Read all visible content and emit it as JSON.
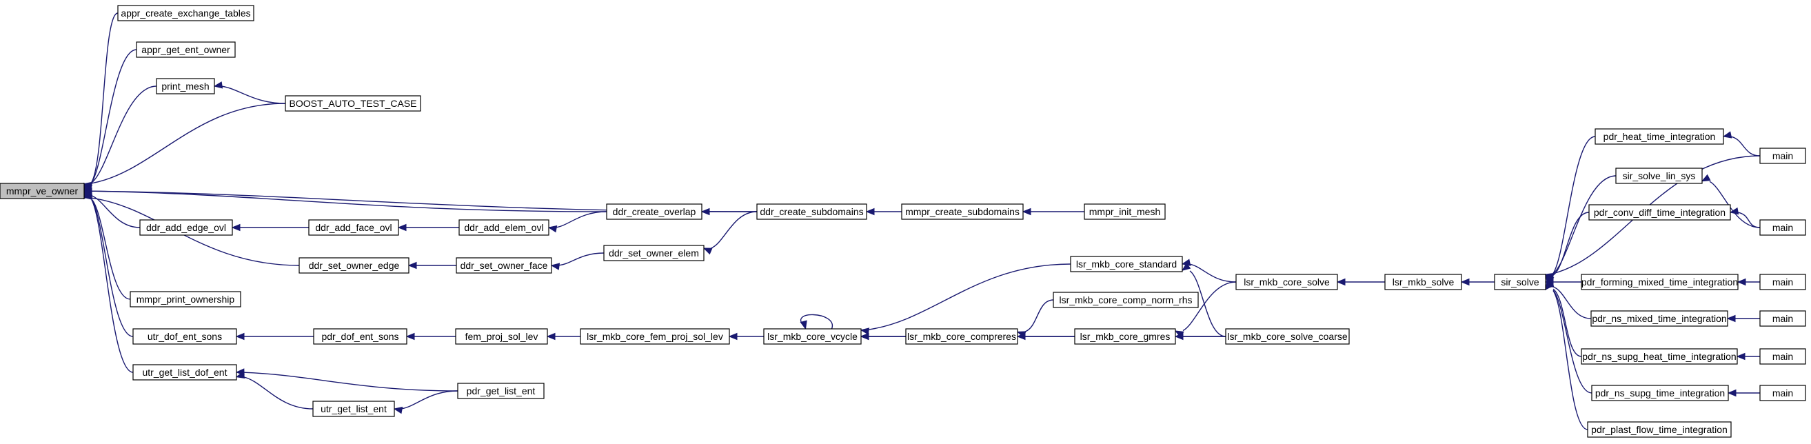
{
  "graph": {
    "colors": {
      "edge": "#191970",
      "node_border": "#000000",
      "root_fill": "#bfbfbf",
      "node_fill": "#ffffff"
    },
    "nodes": [
      {
        "id": "mmpr_ve_owner",
        "label": "mmpr_ve_owner",
        "root": true
      },
      {
        "id": "appr_create_exchange_tables",
        "label": "appr_create_exchange_tables"
      },
      {
        "id": "appr_get_ent_owner",
        "label": "appr_get_ent_owner"
      },
      {
        "id": "print_mesh",
        "label": "print_mesh"
      },
      {
        "id": "BOOST_AUTO_TEST_CASE",
        "label": "BOOST_AUTO_TEST_CASE"
      },
      {
        "id": "ddr_add_edge_ovl",
        "label": "ddr_add_edge_ovl"
      },
      {
        "id": "ddr_add_face_ovl",
        "label": "ddr_add_face_ovl"
      },
      {
        "id": "ddr_add_elem_ovl",
        "label": "ddr_add_elem_ovl"
      },
      {
        "id": "ddr_create_overlap",
        "label": "ddr_create_overlap"
      },
      {
        "id": "ddr_create_subdomains",
        "label": "ddr_create_subdomains"
      },
      {
        "id": "mmpr_create_subdomains",
        "label": "mmpr_create_subdomains"
      },
      {
        "id": "mmpr_init_mesh",
        "label": "mmpr_init_mesh"
      },
      {
        "id": "ddr_set_owner_edge",
        "label": "ddr_set_owner_edge"
      },
      {
        "id": "ddr_set_owner_face",
        "label": "ddr_set_owner_face"
      },
      {
        "id": "ddr_set_owner_elem",
        "label": "ddr_set_owner_elem"
      },
      {
        "id": "mmpr_print_ownership",
        "label": "mmpr_print_ownership"
      },
      {
        "id": "utr_dof_ent_sons",
        "label": "utr_dof_ent_sons"
      },
      {
        "id": "pdr_dof_ent_sons",
        "label": "pdr_dof_ent_sons"
      },
      {
        "id": "fem_proj_sol_lev",
        "label": "fem_proj_sol_lev"
      },
      {
        "id": "lsr_mkb_core_fem_proj_sol_lev",
        "label": "lsr_mkb_core_fem_proj_sol_lev"
      },
      {
        "id": "lsr_mkb_core_vcycle",
        "label": "lsr_mkb_core_vcycle"
      },
      {
        "id": "lsr_mkb_core_standard",
        "label": "lsr_mkb_core_standard"
      },
      {
        "id": "lsr_mkb_core_compreres",
        "label": "lsr_mkb_core_compreres"
      },
      {
        "id": "lsr_mkb_core_comp_norm_rhs",
        "label": "lsr_mkb_core_comp_norm_rhs"
      },
      {
        "id": "lsr_mkb_core_gmres",
        "label": "lsr_mkb_core_gmres"
      },
      {
        "id": "lsr_mkb_core_solve",
        "label": "lsr_mkb_core_solve"
      },
      {
        "id": "lsr_mkb_core_solve_coarse",
        "label": "lsr_mkb_core_solve_coarse"
      },
      {
        "id": "lsr_mkb_solve",
        "label": "lsr_mkb_solve"
      },
      {
        "id": "sir_solve",
        "label": "sir_solve"
      },
      {
        "id": "pdr_heat_time_integration",
        "label": "pdr_heat_time_integration"
      },
      {
        "id": "main1",
        "label": "main"
      },
      {
        "id": "sir_solve_lin_sys",
        "label": "sir_solve_lin_sys"
      },
      {
        "id": "main2",
        "label": "main"
      },
      {
        "id": "pdr_conv_diff_time_integration",
        "label": "pdr_conv_diff_time_integration"
      },
      {
        "id": "pdr_forming_mixed_time_integration",
        "label": "pdr_forming_mixed_time_integration"
      },
      {
        "id": "main3",
        "label": "main"
      },
      {
        "id": "pdr_ns_mixed_time_integration",
        "label": "pdr_ns_mixed_time_integration"
      },
      {
        "id": "main4",
        "label": "main"
      },
      {
        "id": "pdr_ns_supg_heat_time_integration",
        "label": "pdr_ns_supg_heat_time_integration"
      },
      {
        "id": "main5",
        "label": "main"
      },
      {
        "id": "pdr_ns_supg_time_integration",
        "label": "pdr_ns_supg_time_integration"
      },
      {
        "id": "main6",
        "label": "main"
      },
      {
        "id": "pdr_plast_flow_time_integration",
        "label": "pdr_plast_flow_time_integration"
      },
      {
        "id": "utr_get_list_dof_ent",
        "label": "utr_get_list_dof_ent"
      },
      {
        "id": "utr_get_list_ent",
        "label": "utr_get_list_ent"
      },
      {
        "id": "pdr_get_list_ent",
        "label": "pdr_get_list_ent"
      }
    ],
    "edges": [
      {
        "from": "appr_create_exchange_tables",
        "to": "mmpr_ve_owner"
      },
      {
        "from": "appr_get_ent_owner",
        "to": "mmpr_ve_owner"
      },
      {
        "from": "print_mesh",
        "to": "mmpr_ve_owner"
      },
      {
        "from": "BOOST_AUTO_TEST_CASE",
        "to": "mmpr_ve_owner"
      },
      {
        "from": "BOOST_AUTO_TEST_CASE",
        "to": "print_mesh"
      },
      {
        "from": "ddr_create_subdomains",
        "to": "mmpr_ve_owner"
      },
      {
        "from": "ddr_create_overlap",
        "to": "mmpr_ve_owner"
      },
      {
        "from": "ddr_add_edge_ovl",
        "to": "mmpr_ve_owner"
      },
      {
        "from": "ddr_set_owner_edge",
        "to": "mmpr_ve_owner"
      },
      {
        "from": "mmpr_print_ownership",
        "to": "mmpr_ve_owner"
      },
      {
        "from": "utr_dof_ent_sons",
        "to": "mmpr_ve_owner"
      },
      {
        "from": "utr_get_list_dof_ent",
        "to": "mmpr_ve_owner"
      },
      {
        "from": "ddr_add_face_ovl",
        "to": "ddr_add_edge_ovl"
      },
      {
        "from": "ddr_add_elem_ovl",
        "to": "ddr_add_face_ovl"
      },
      {
        "from": "ddr_create_overlap",
        "to": "ddr_add_elem_ovl"
      },
      {
        "from": "ddr_create_subdomains",
        "to": "ddr_create_overlap"
      },
      {
        "from": "mmpr_create_subdomains",
        "to": "ddr_create_subdomains"
      },
      {
        "from": "mmpr_init_mesh",
        "to": "mmpr_create_subdomains"
      },
      {
        "from": "ddr_set_owner_face",
        "to": "ddr_set_owner_edge"
      },
      {
        "from": "ddr_set_owner_elem",
        "to": "ddr_set_owner_face"
      },
      {
        "from": "ddr_create_subdomains",
        "to": "ddr_set_owner_elem"
      },
      {
        "from": "pdr_dof_ent_sons",
        "to": "utr_dof_ent_sons"
      },
      {
        "from": "fem_proj_sol_lev",
        "to": "pdr_dof_ent_sons"
      },
      {
        "from": "lsr_mkb_core_fem_proj_sol_lev",
        "to": "fem_proj_sol_lev"
      },
      {
        "from": "lsr_mkb_core_vcycle",
        "to": "lsr_mkb_core_fem_proj_sol_lev"
      },
      {
        "from": "lsr_mkb_core_vcycle",
        "to": "lsr_mkb_core_vcycle"
      },
      {
        "from": "lsr_mkb_core_standard",
        "to": "lsr_mkb_core_vcycle"
      },
      {
        "from": "lsr_mkb_core_compreres",
        "to": "lsr_mkb_core_vcycle"
      },
      {
        "from": "lsr_mkb_core_solve_coarse",
        "to": "lsr_mkb_core_vcycle"
      },
      {
        "from": "lsr_mkb_core_comp_norm_rhs",
        "to": "lsr_mkb_core_compreres"
      },
      {
        "from": "lsr_mkb_core_gmres",
        "to": "lsr_mkb_core_compreres"
      },
      {
        "from": "lsr_mkb_core_solve",
        "to": "lsr_mkb_core_standard"
      },
      {
        "from": "lsr_mkb_core_solve_coarse",
        "to": "lsr_mkb_core_standard"
      },
      {
        "from": "lsr_mkb_core_solve",
        "to": "lsr_mkb_core_gmres"
      },
      {
        "from": "lsr_mkb_core_solve_coarse",
        "to": "lsr_mkb_core_gmres"
      },
      {
        "from": "lsr_mkb_solve",
        "to": "lsr_mkb_core_solve"
      },
      {
        "from": "sir_solve",
        "to": "lsr_mkb_solve"
      },
      {
        "from": "pdr_heat_time_integration",
        "to": "sir_solve"
      },
      {
        "from": "main1",
        "to": "sir_solve"
      },
      {
        "from": "sir_solve_lin_sys",
        "to": "sir_solve"
      },
      {
        "from": "pdr_conv_diff_time_integration",
        "to": "sir_solve"
      },
      {
        "from": "pdr_forming_mixed_time_integration",
        "to": "sir_solve"
      },
      {
        "from": "pdr_ns_mixed_time_integration",
        "to": "sir_solve"
      },
      {
        "from": "pdr_ns_supg_heat_time_integration",
        "to": "sir_solve"
      },
      {
        "from": "pdr_ns_supg_time_integration",
        "to": "sir_solve"
      },
      {
        "from": "pdr_plast_flow_time_integration",
        "to": "sir_solve"
      },
      {
        "from": "main1",
        "to": "pdr_heat_time_integration"
      },
      {
        "from": "main2",
        "to": "sir_solve_lin_sys"
      },
      {
        "from": "main2",
        "to": "pdr_conv_diff_time_integration"
      },
      {
        "from": "main3",
        "to": "pdr_forming_mixed_time_integration"
      },
      {
        "from": "main4",
        "to": "pdr_ns_mixed_time_integration"
      },
      {
        "from": "main5",
        "to": "pdr_ns_supg_heat_time_integration"
      },
      {
        "from": "main6",
        "to": "pdr_ns_supg_time_integration"
      },
      {
        "from": "utr_get_list_ent",
        "to": "utr_get_list_dof_ent"
      },
      {
        "from": "pdr_get_list_ent",
        "to": "utr_get_list_dof_ent"
      },
      {
        "from": "pdr_get_list_ent",
        "to": "utr_get_list_ent"
      }
    ]
  }
}
